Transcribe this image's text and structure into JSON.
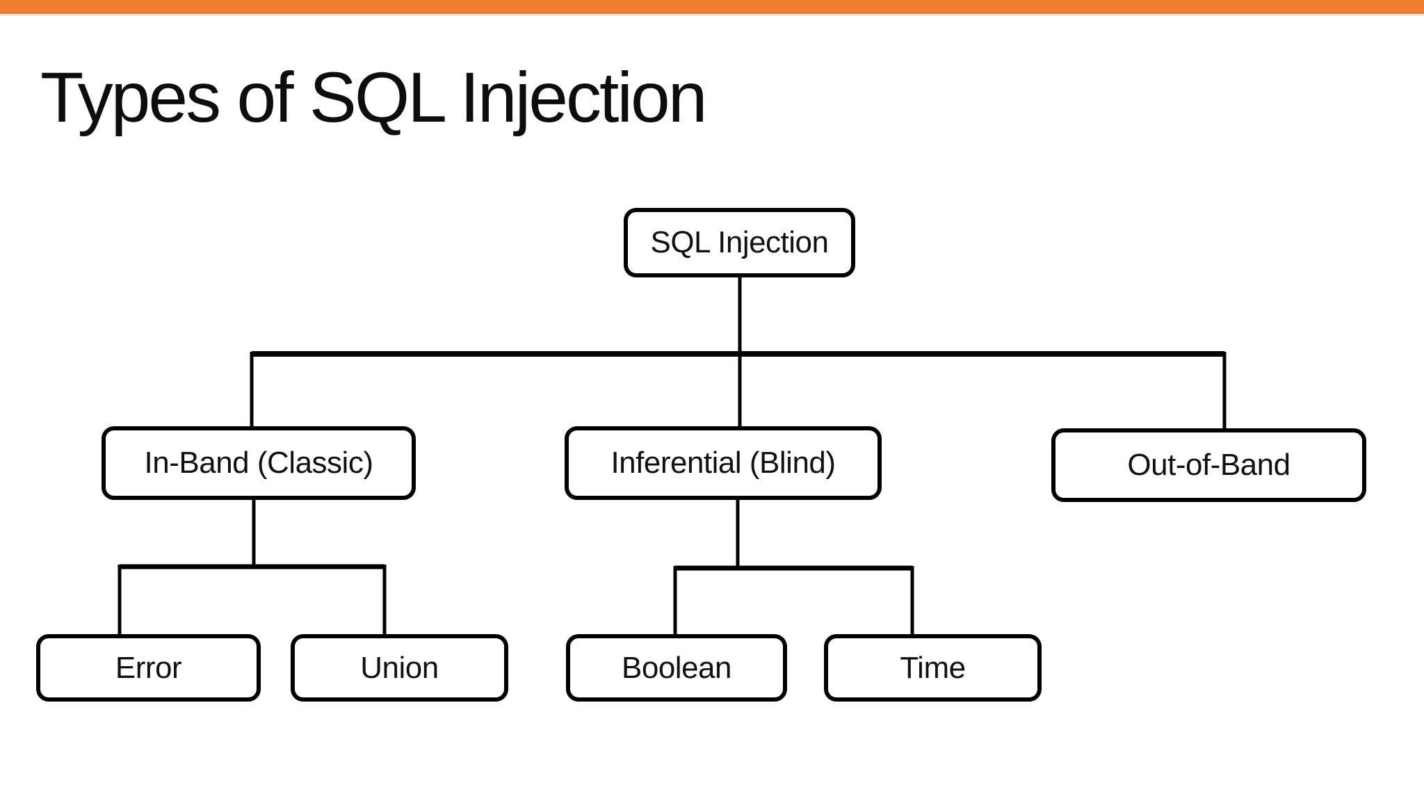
{
  "slide": {
    "title": "Types of SQL Injection",
    "accent_color": "#ED7D31",
    "background_color": "#FFFFFF"
  },
  "diagram": {
    "type": "tree",
    "line_color": "#000000",
    "node_fill": "#FFFFFF",
    "node_border_color": "#000000",
    "nodes": {
      "root": {
        "label": "SQL Injection"
      },
      "in_band": {
        "label": "In-Band (Classic)"
      },
      "inferential": {
        "label": "Inferential (Blind)"
      },
      "out_of_band": {
        "label": "Out-of-Band"
      },
      "error": {
        "label": "Error"
      },
      "union": {
        "label": "Union"
      },
      "boolean": {
        "label": "Boolean"
      },
      "time": {
        "label": "Time"
      }
    },
    "hierarchy": {
      "SQL Injection": [
        "In-Band (Classic)",
        "Inferential (Blind)",
        "Out-of-Band"
      ],
      "In-Band (Classic)": [
        "Error",
        "Union"
      ],
      "Inferential (Blind)": [
        "Boolean",
        "Time"
      ],
      "Out-of-Band": []
    }
  }
}
